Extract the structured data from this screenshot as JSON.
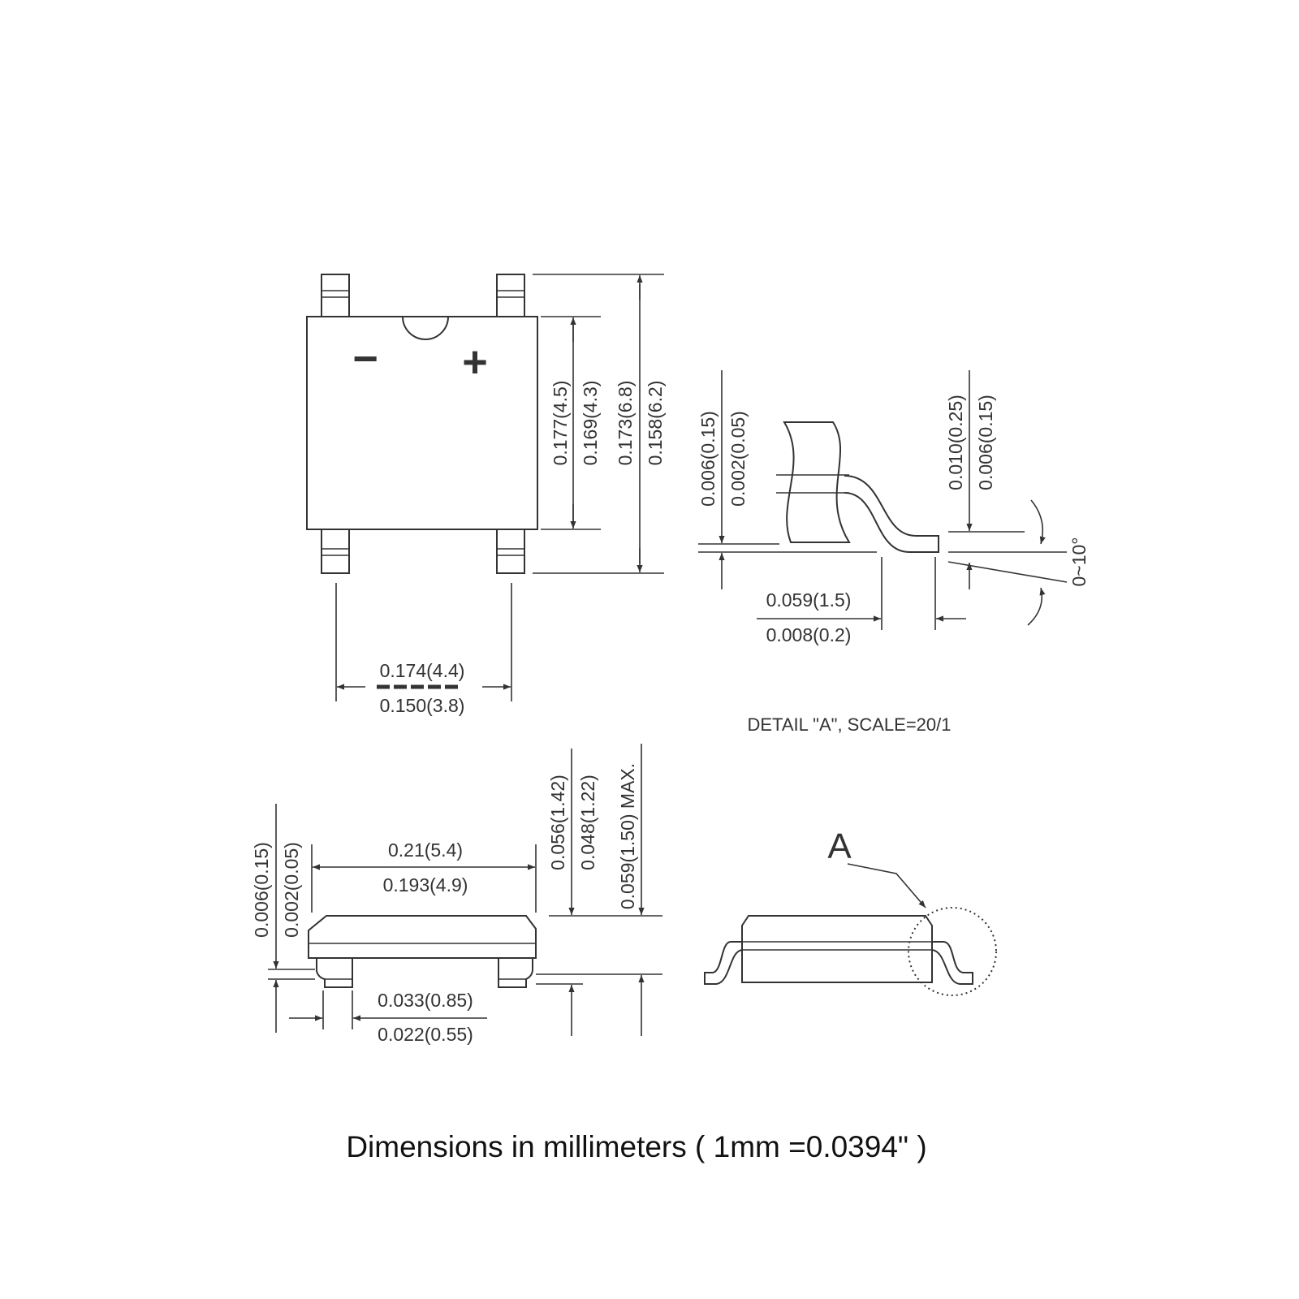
{
  "top_view": {
    "polarity_minus": "−",
    "polarity_plus": "+",
    "width_max": "0.174(4.4)",
    "width_min": "0.150(3.8)",
    "body_max": "0.177(4.5)",
    "body_min": "0.169(4.3)",
    "overall_max": "0.173(6.8)",
    "overall_min": "0.158(6.2)"
  },
  "detail_a": {
    "lead_thickness_max": "0.006(0.15)",
    "lead_thickness_min": "0.002(0.05)",
    "standoff_max": "0.010(0.25)",
    "standoff_min": "0.006(0.15)",
    "foot_length_max": "0.059(1.5)",
    "foot_length_min": "0.008(0.2)",
    "angle": "0~10°",
    "caption": "DETAIL \"A\", SCALE=20/1"
  },
  "side_view": {
    "length_max": "0.21(5.4)",
    "length_min": "0.193(4.9)",
    "lead_thickness_max": "0.006(0.15)",
    "lead_thickness_min": "0.002(0.05)",
    "height_max": "0.056(1.42)",
    "height_min": "0.048(1.22)",
    "height_abs_max": "0.059(1.50) MAX.",
    "pin_width_max": "0.033(0.85)",
    "pin_width_min": "0.022(0.55)"
  },
  "profile_view": {
    "detail_label": "A"
  },
  "footer": {
    "note": "Dimensions in millimeters ( 1mm =0.0394\" )"
  }
}
